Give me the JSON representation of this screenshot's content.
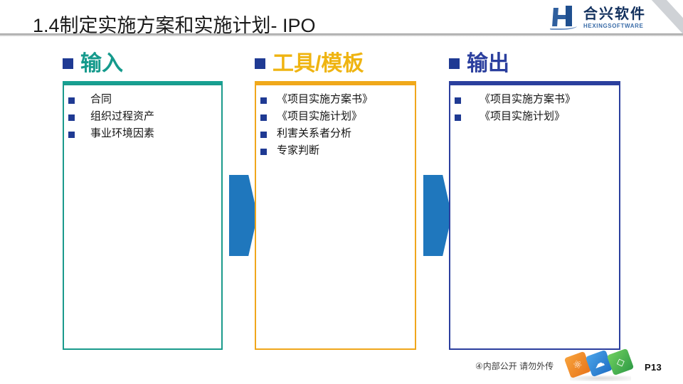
{
  "slide": {
    "title": "1.4制定实施方案和实施计划- IPO",
    "page_number": "P13",
    "confidentiality_note": "④内部公开 请勿外传"
  },
  "logo": {
    "cn": "合兴软件",
    "en": "HEXINGSOFTWARE",
    "mark_color": "#1f4f8f"
  },
  "colors": {
    "input_accent": "#17a192",
    "tools_accent": "#f0a61c",
    "output_accent": "#2b3f9e",
    "bullet": "#1f3a93",
    "arrow": "#1f77bd",
    "title_rule": "#9a9a9a"
  },
  "columns": [
    {
      "key": "input",
      "heading": "输入",
      "accent": "#17a192",
      "items": [
        {
          "label": "合同"
        },
        {
          "label": "组织过程资产"
        },
        {
          "label": "事业环境因素"
        }
      ]
    },
    {
      "key": "tools",
      "heading": "工具/模板",
      "accent": "#f0a61c",
      "items": [
        {
          "label": "《项目实施方案书》"
        },
        {
          "label": "《项目实施计划》"
        },
        {
          "label": "利害关系者分析"
        },
        {
          "label": "专家判断"
        }
      ]
    },
    {
      "key": "output",
      "heading": "输出",
      "accent": "#2b3f9e",
      "items": [
        {
          "label": "《项目实施方案书》"
        },
        {
          "label": "《项目实施计划》"
        }
      ]
    }
  ],
  "arrows": [
    {
      "name": "arrow-input-to-tools"
    },
    {
      "name": "arrow-tools-to-output"
    }
  ],
  "cubes": [
    {
      "name": "molecule-cube-icon",
      "glyph": "⚛",
      "color": "#e8751a"
    },
    {
      "name": "cloud-cube-icon",
      "glyph": "☁",
      "color": "#1f6fc4"
    },
    {
      "name": "diamond-cube-icon",
      "glyph": "◇",
      "color": "#2f9b46"
    }
  ]
}
